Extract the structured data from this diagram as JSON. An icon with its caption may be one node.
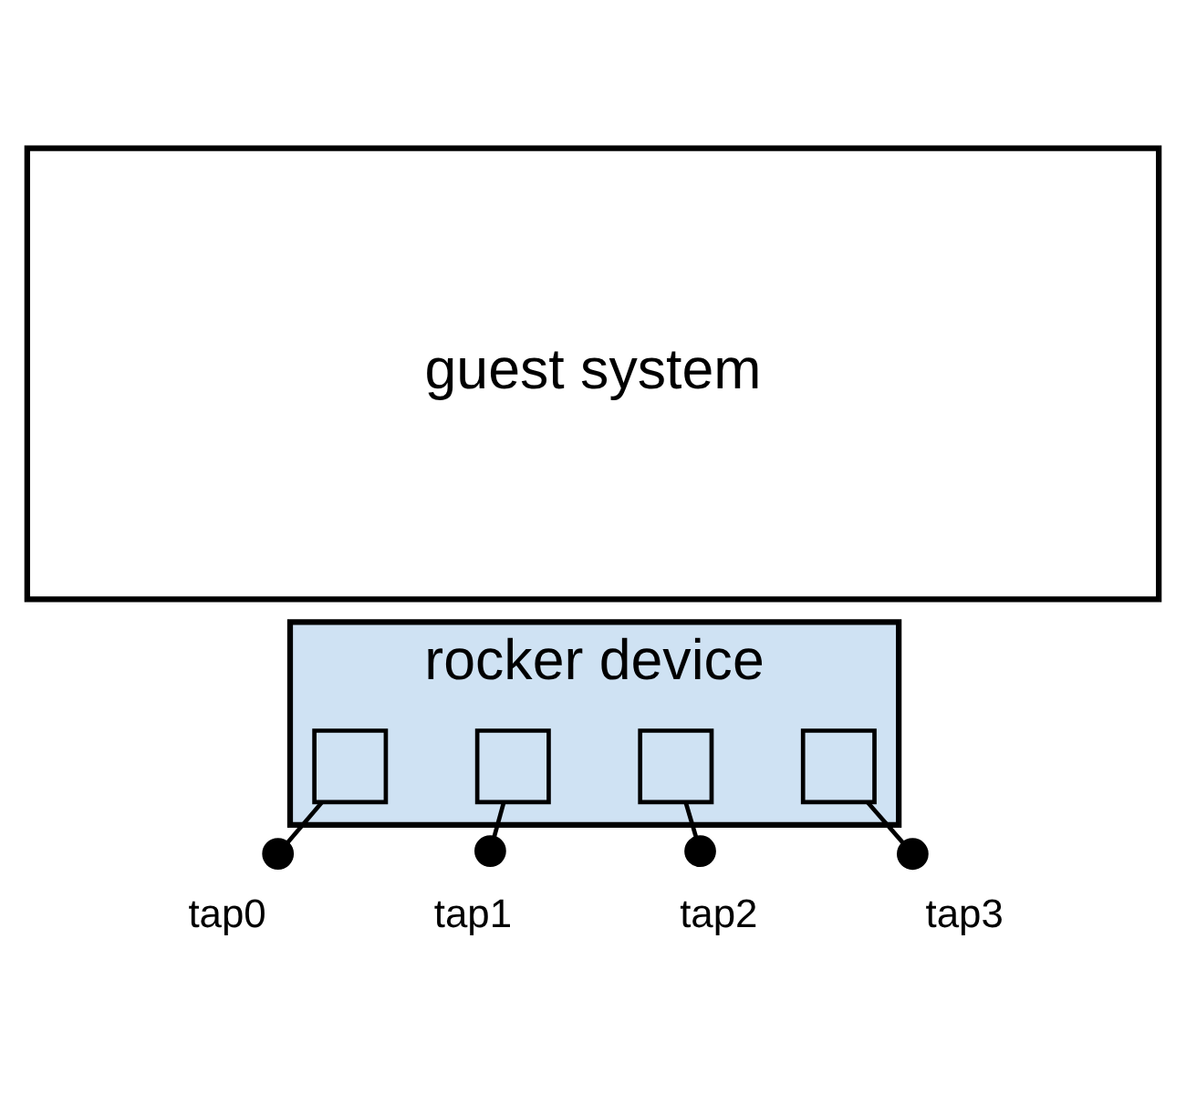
{
  "diagram": {
    "nodes": [
      {
        "text": [
          "guest system"
        ]
      },
      {
        "text": [
          "rocker device"
        ]
      },
      {
        "text": [],
        "shape": "box",
        "in": 1
      },
      {
        "text": [],
        "shape": "box",
        "in": 1
      },
      {
        "text": [],
        "shape": "box",
        "in": 1
      },
      {
        "text": [],
        "shape": "box",
        "in": 1
      },
      {
        "text": [
          "tap0"
        ]
      },
      {
        "text": [
          "tap1"
        ]
      },
      {
        "text": [
          "tap2"
        ]
      },
      {
        "text": [
          "tap3"
        ]
      }
    ],
    "edges": [
      {
        "from": 2,
        "to": 6,
        "arrow": "other"
      },
      {
        "from": 3,
        "to": 7,
        "arrow": "other"
      },
      {
        "from": 4,
        "to": 8,
        "arrow": "other"
      },
      {
        "from": 5,
        "to": 9,
        "arrow": "other"
      }
    ]
  }
}
